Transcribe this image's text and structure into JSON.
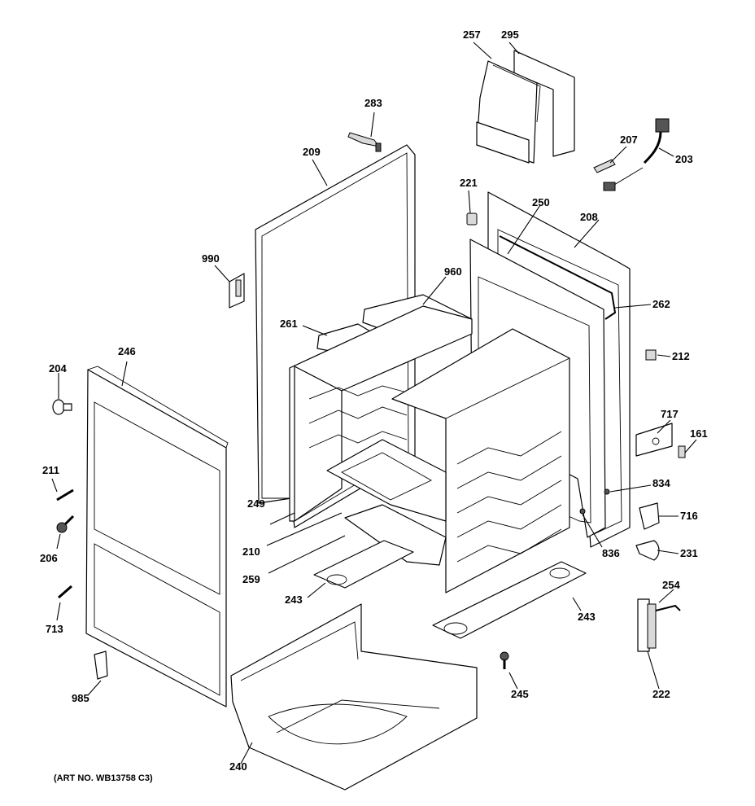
{
  "art_number": "(ART NO. WB13758 C3)",
  "labels": {
    "p257": "257",
    "p295": "295",
    "p283": "283",
    "p209": "209",
    "p207": "207",
    "p203": "203",
    "p221": "221",
    "p250": "250",
    "p208": "208",
    "p990": "990",
    "p960": "960",
    "p262": "262",
    "p261": "261",
    "p246": "246",
    "p204": "204",
    "p212": "212",
    "p717": "717",
    "p161": "161",
    "p211": "211",
    "p834": "834",
    "p249": "249",
    "p716": "716",
    "p206": "206",
    "p210": "210",
    "p836": "836",
    "p231": "231",
    "p259": "259",
    "p254": "254",
    "p243a": "243",
    "p243b": "243",
    "p713": "713",
    "p245": "245",
    "p222": "222",
    "p985": "985",
    "p240": "240"
  }
}
